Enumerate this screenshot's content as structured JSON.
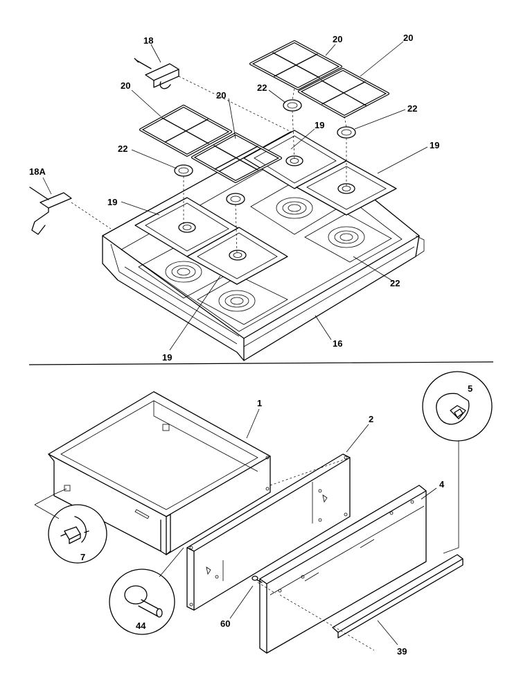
{
  "labels": {
    "18": "18",
    "18A": "18A",
    "20": "20",
    "22": "22",
    "19": "19",
    "16": "16",
    "1": "1",
    "2": "2",
    "4": "4",
    "5": "5",
    "7": "7",
    "44": "44",
    "60": "60",
    "39": "39"
  }
}
